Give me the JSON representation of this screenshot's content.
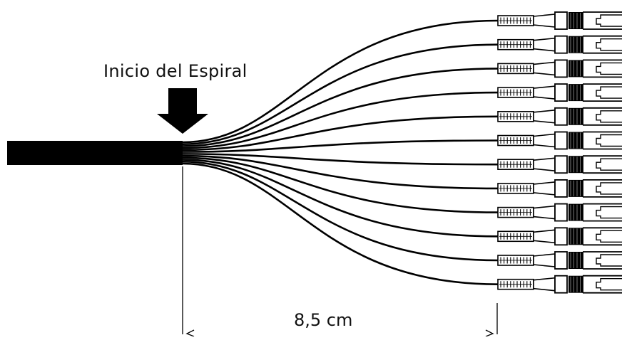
{
  "labels": {
    "spiral_start": "Inicio del Espiral",
    "length_measurement": "8,5 cm"
  },
  "diagram": {
    "fiber_count": 12,
    "colors": {
      "ink": "#000000",
      "background": "#ffffff"
    }
  }
}
